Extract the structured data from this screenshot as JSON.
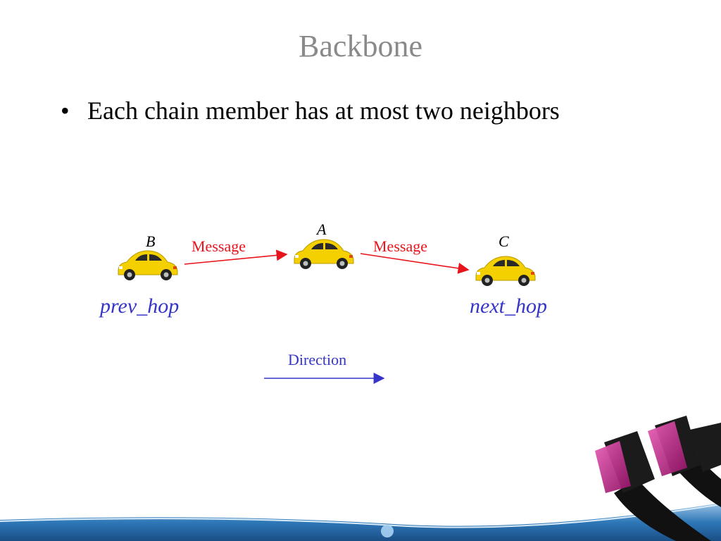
{
  "slide": {
    "title": "Backbone",
    "bullet": "Each chain member has at most two neighbors"
  },
  "diagram": {
    "nodes": [
      {
        "id": "B",
        "label": "B",
        "icon": "car-icon"
      },
      {
        "id": "A",
        "label": "A",
        "icon": "car-icon"
      },
      {
        "id": "C",
        "label": "C",
        "icon": "car-icon"
      }
    ],
    "edges": [
      {
        "from": "B",
        "to": "A",
        "label": "Message"
      },
      {
        "from": "A",
        "to": "C",
        "label": "Message"
      }
    ],
    "prev_hop_label": "prev_hop",
    "next_hop_label": "next_hop",
    "direction_label": "Direction"
  },
  "colors": {
    "title": "#8a8a8a",
    "message": "#e8141c",
    "hop": "#3535c8",
    "direction": "#3535c8",
    "car_body": "#f5d000",
    "banner_blue": "#1f6fae",
    "cable_magenta": "#c8248c"
  }
}
